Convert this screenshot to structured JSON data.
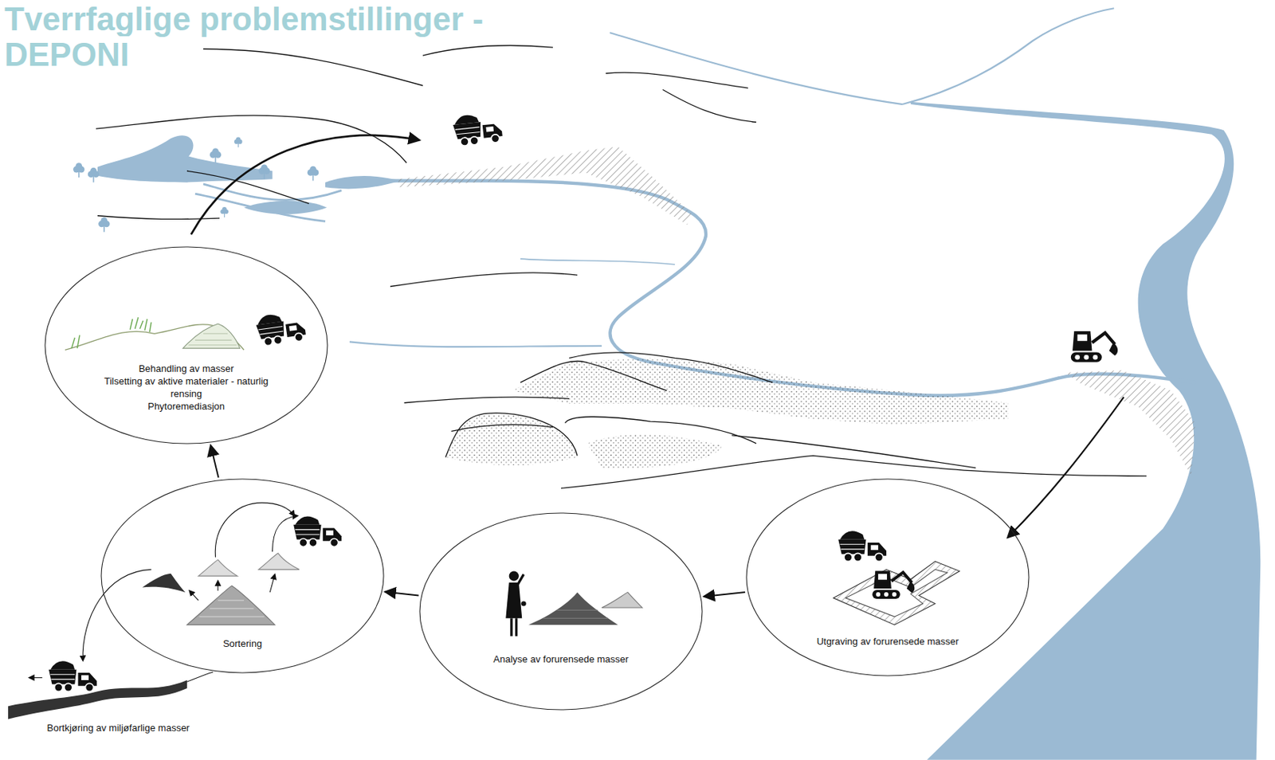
{
  "diagram": {
    "title": "Tverrfaglige problemstillinger - DEPONI",
    "nodes": [
      {
        "text": [
          "Behandling av masser",
          "Tilsetting av aktive materialer - naturlig rensing",
          "Phytoremediasjon"
        ]
      },
      {
        "text": [
          "Sortering"
        ]
      },
      {
        "text": [
          "Analyse av forurensede masser"
        ]
      },
      {
        "text": [
          "Utgraving av forurensede masser"
        ]
      }
    ],
    "edges": [
      {
        "from": 3,
        "to": 2,
        "arrow": "to"
      },
      {
        "from": 2,
        "to": 1,
        "arrow": "to"
      },
      {
        "from": 1,
        "to": 0,
        "arrow": "to"
      }
    ],
    "labels": [
      "Bortkjøring av miljøfarlige masser"
    ]
  }
}
